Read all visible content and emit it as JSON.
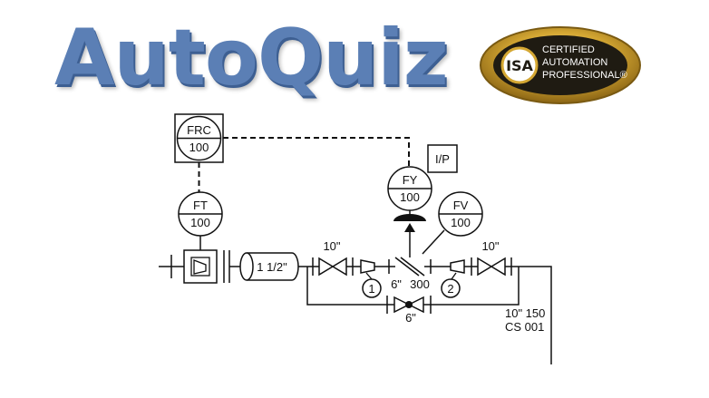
{
  "header": {
    "title": "AutoQuiz"
  },
  "badge": {
    "isa": "ISA",
    "line1": "CERTIFIED",
    "line2": "AUTOMATION",
    "line3": "PROFESSIONAL®",
    "gold": "#b98a1f",
    "dark": "#1f1b12"
  },
  "diagram": {
    "frc_tag": "FRC",
    "frc_num": "100",
    "ft_tag": "FT",
    "ft_num": "100",
    "fy_tag": "FY",
    "fy_num": "100",
    "fv_tag": "FV",
    "fv_num": "100",
    "ip_label": "I/P",
    "pipe_size_mid": "1 1/2\"",
    "valve_left_size": "10\"",
    "valve_right_size": "10\"",
    "reducer_size": "6\"",
    "rating": "300",
    "bypass_size": "6\"",
    "balloon_1": "1",
    "balloon_2": "2",
    "line_spec_1": "10\" 150",
    "line_spec_2": "CS 001"
  }
}
